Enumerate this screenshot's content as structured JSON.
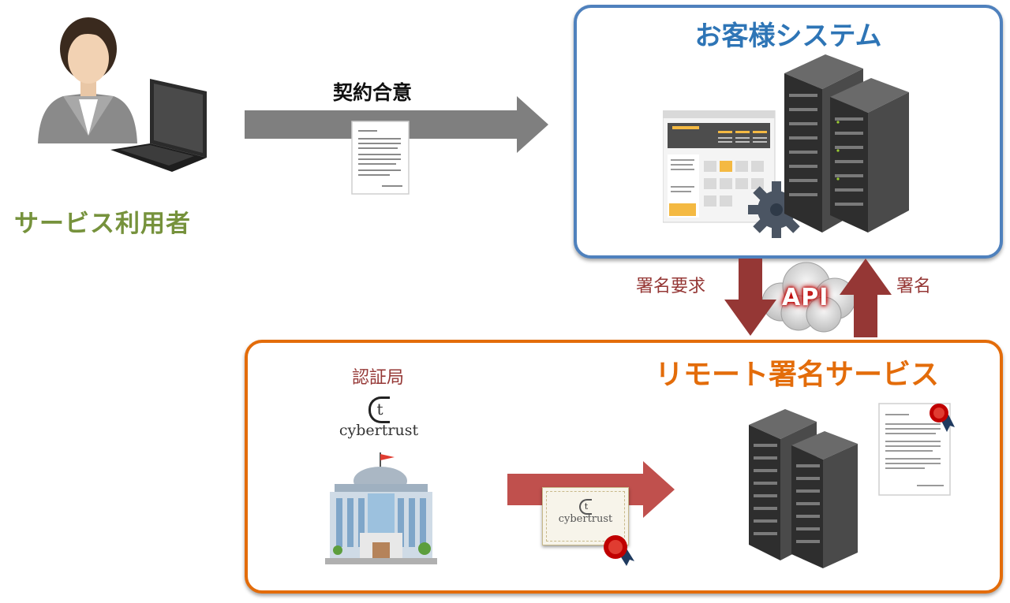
{
  "user": {
    "label": "サービス利用者"
  },
  "contract": {
    "label": "契約合意"
  },
  "customer_system": {
    "title": "お客様システム"
  },
  "remote_service": {
    "title": "リモート署名サービス"
  },
  "api": {
    "label": "API",
    "request_label": "署名要求",
    "signature_label": "署名"
  },
  "ca": {
    "label": "認証局",
    "logo_text": "cybertrust",
    "logo_mark": "t"
  },
  "certificate": {
    "logo_text": "cybertrust",
    "logo_mark": "t"
  },
  "colors": {
    "customer_border": "#4f81bd",
    "remote_border": "#e36c0a",
    "user_label": "#76923c",
    "api_arrows": "#953735",
    "cert_arrow": "#c0504d",
    "contract_arrow": "#7f7f7f"
  }
}
